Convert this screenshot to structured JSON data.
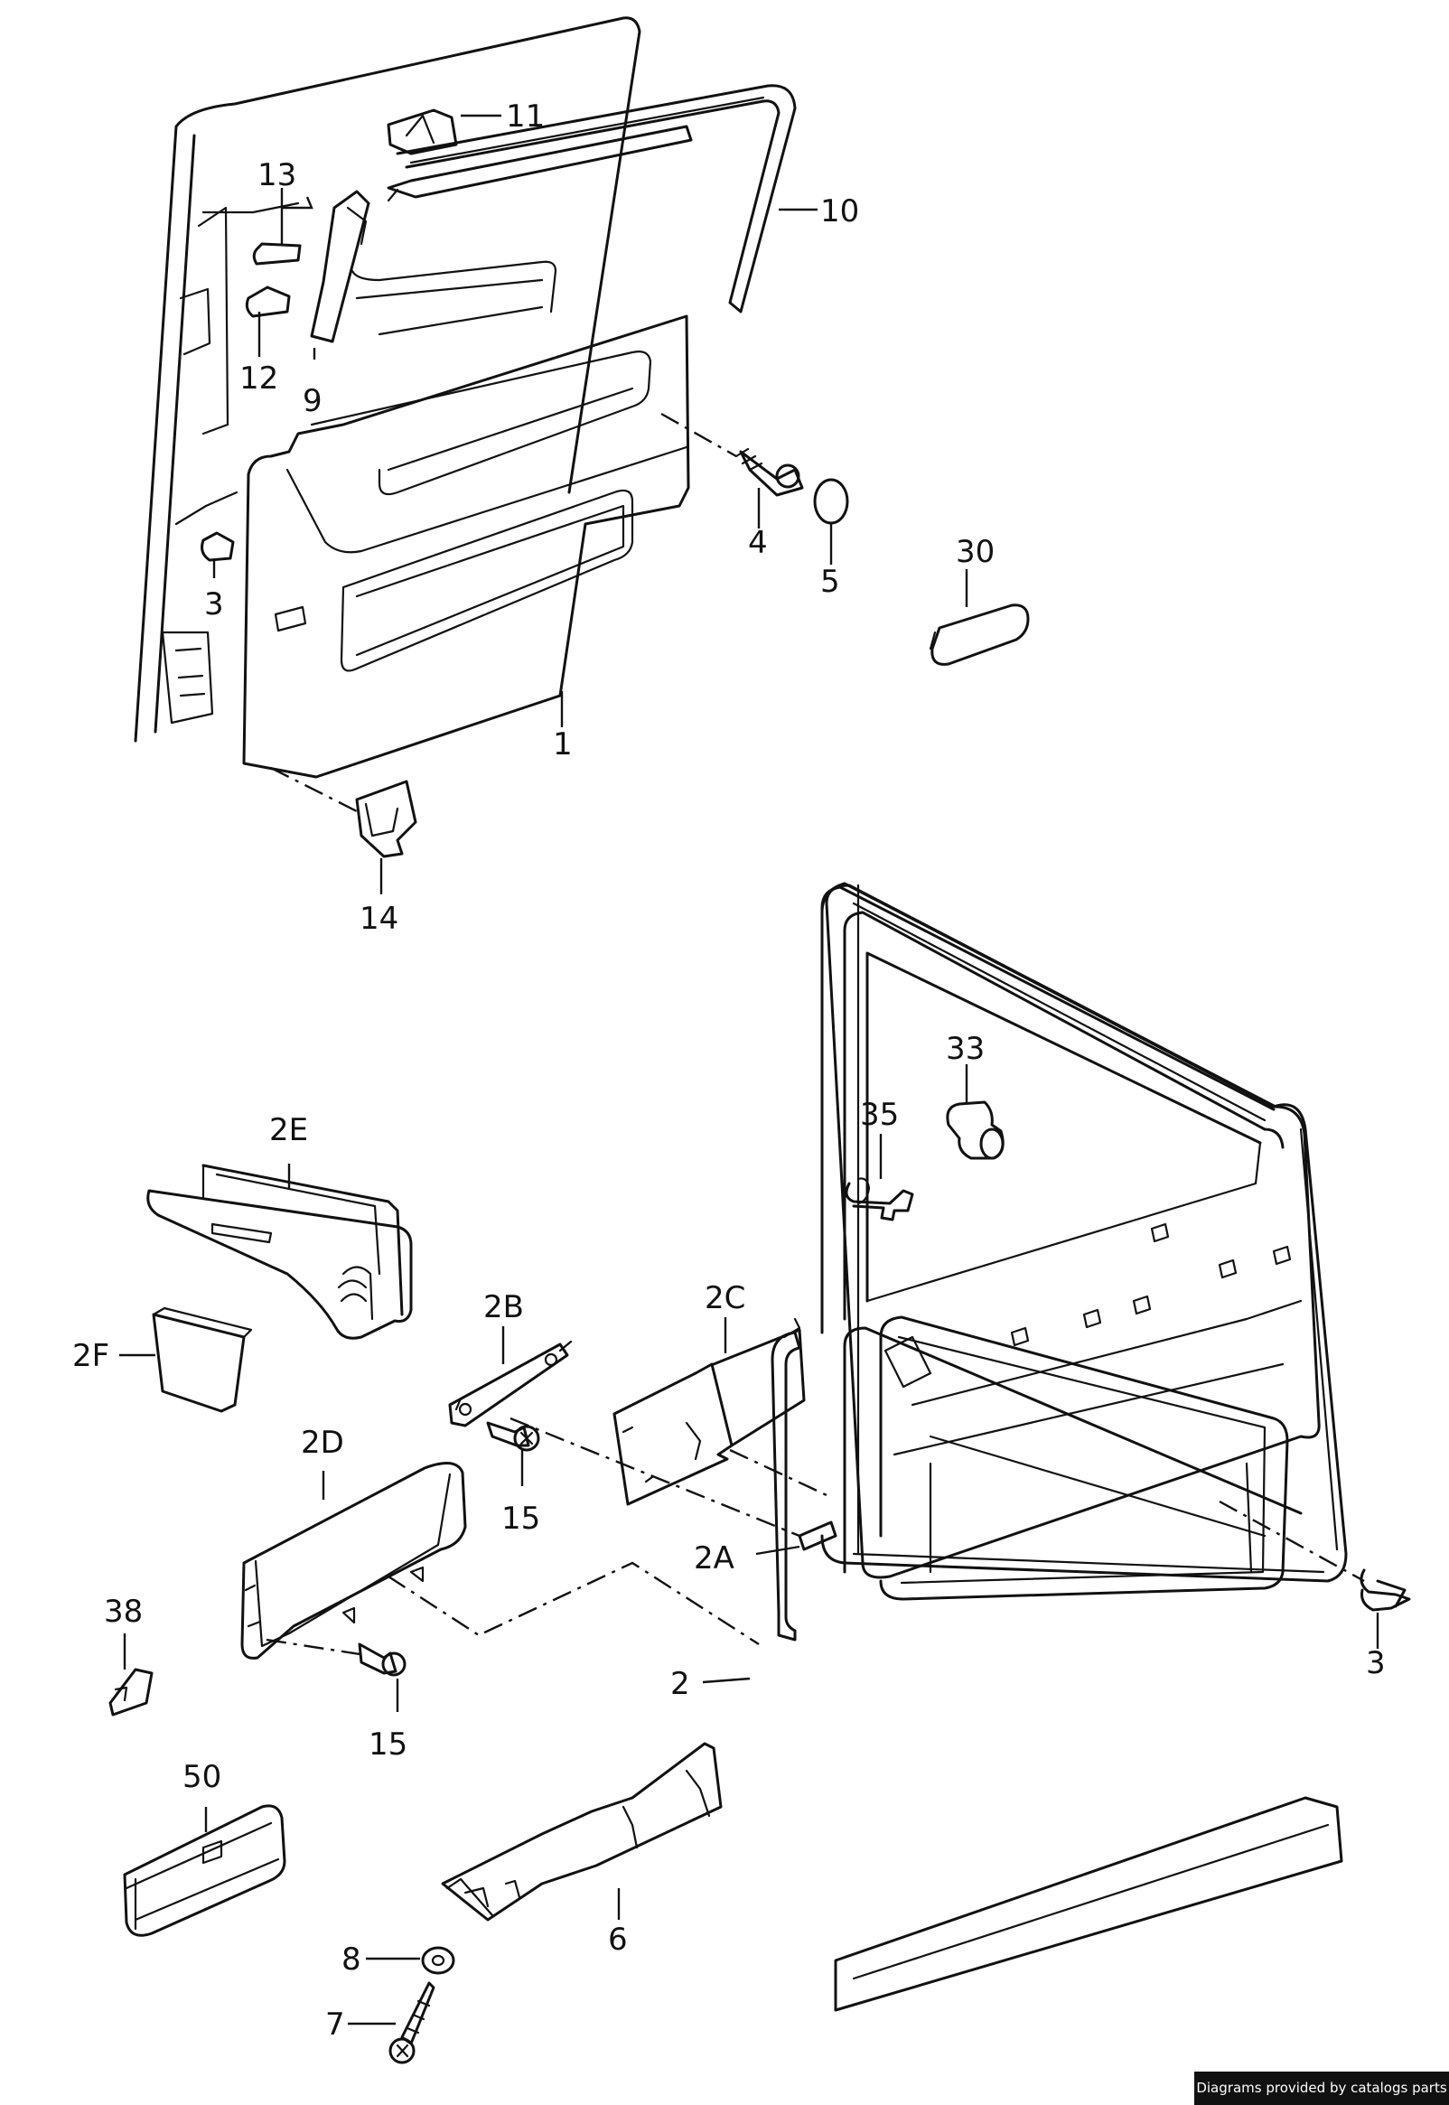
{
  "callouts": {
    "c1": "1",
    "c2": "2",
    "c2a": "2A",
    "c2b": "2B",
    "c2c": "2C",
    "c2d": "2D",
    "c2e": "2E",
    "c2f": "2F",
    "c3a": "3",
    "c3b": "3",
    "c4": "4",
    "c5": "5",
    "c6": "6",
    "c7": "7",
    "c8": "8",
    "c9": "9",
    "c10": "10",
    "c11": "11",
    "c12": "12",
    "c13": "13",
    "c14": "14",
    "c15a": "15",
    "c15b": "15",
    "c30": "30",
    "c33": "33",
    "c35": "35",
    "c38": "38",
    "c50": "50"
  },
  "credit": "Diagrams provided by catalogs parts"
}
